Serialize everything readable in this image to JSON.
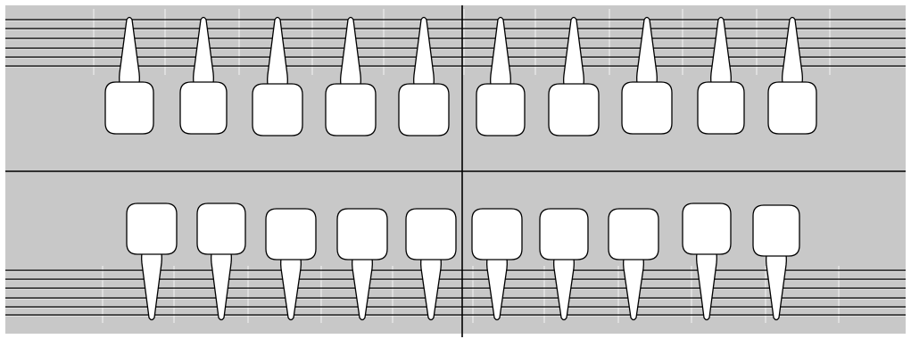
{
  "chart": {
    "type": "dental-chart",
    "arches": [
      "upper",
      "lower"
    ],
    "quadrants": [
      "upper-right",
      "upper-left",
      "lower-right",
      "lower-left"
    ],
    "teeth_per_quadrant": 5,
    "tooth_count": 20
  },
  "colors": {
    "background": "#c8c8c8",
    "frame": "#ffffff",
    "tooth_fill": "#ffffff",
    "outline": "#000000",
    "grid_line": "#000000",
    "grid_highlight": "#ffffff",
    "divider": "#000000"
  }
}
